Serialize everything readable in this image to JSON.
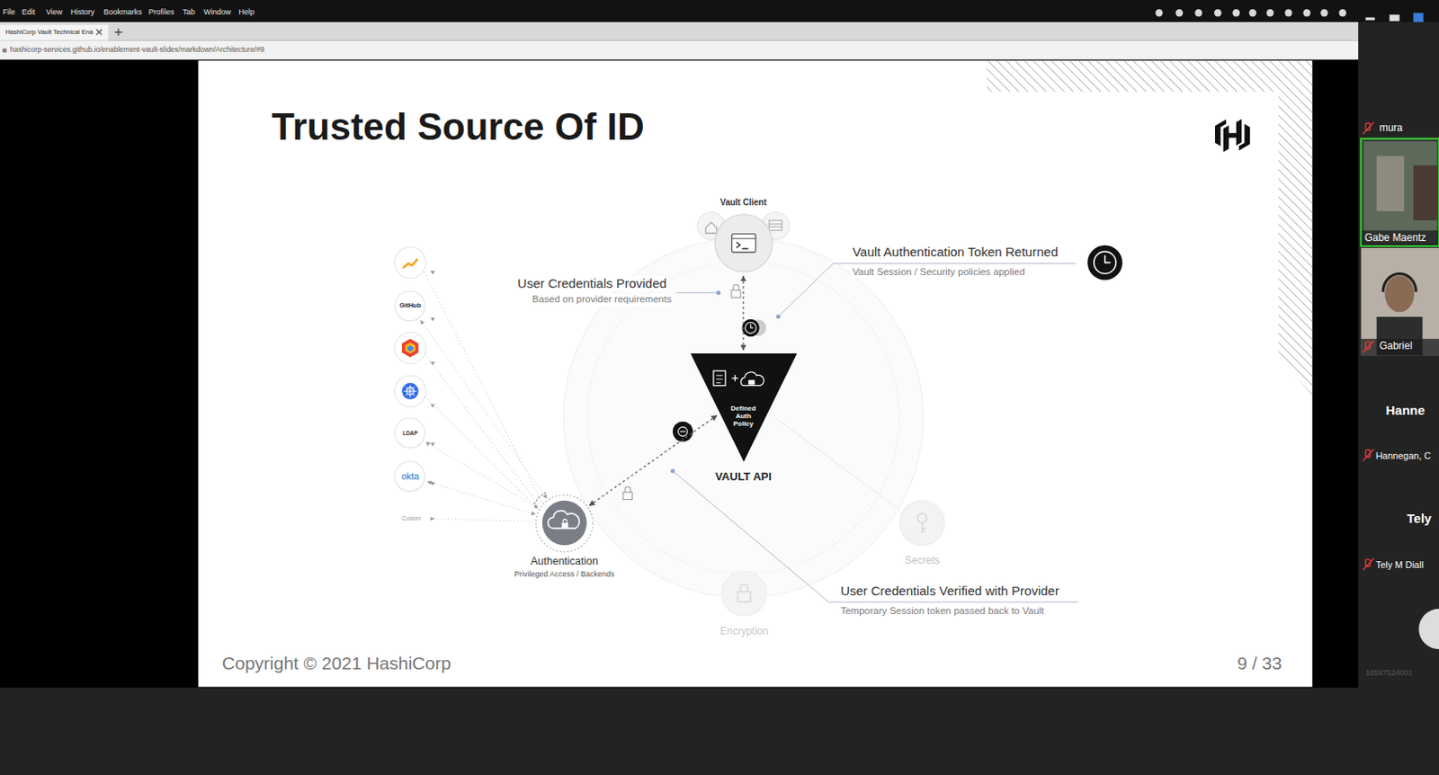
{
  "diagram": {
    "title": "Trusted Source Of ID",
    "nodes": [
      {
        "text": [
          "Vault Client"
        ]
      },
      {
        "text": [
          "Defined Auth Policy",
          "VAULT API"
        ]
      },
      {
        "text": [
          "GitHub"
        ]
      },
      {
        "text": [
          "LDAP"
        ]
      },
      {
        "text": [
          "okta"
        ]
      },
      {
        "text": [
          "Authentication",
          "Privileged Access / Backends"
        ]
      },
      {
        "text": [
          "Secrets"
        ]
      },
      {
        "text": [
          "Encryption"
        ]
      }
    ],
    "edges": [
      {
        "from": 0,
        "to": 1,
        "arrow": "both"
      },
      {
        "from": 5,
        "to": 1,
        "arrow": "both"
      },
      {
        "from": 2,
        "to": 5,
        "arrow": "both"
      },
      {
        "from": 3,
        "to": 5,
        "arrow": "both"
      },
      {
        "from": 4,
        "to": 5,
        "arrow": "both"
      }
    ],
    "labels": [
      "File",
      "Edit",
      "View",
      "History",
      "Bookmarks",
      "Profiles",
      "Tab",
      "Window",
      "Help",
      "HashiCorp Vault Technical Ena",
      "hashicorp-services.github.io/enablement-vault-slides/markdown/Architecture/#9",
      "User Credentials Provided",
      "Based on provider requirements",
      "Vault Authentication Token Returned",
      "Vault Session / Security policies applied",
      "User Credentials Verified with Provider",
      "Temporary Session token passed back to Vault",
      "Custom",
      "Copyright © 2021 HashiCorp",
      "9 / 33",
      "mura",
      "Gabe Maentz",
      "Gabriel",
      "Hanne",
      "Hannegan, C",
      "Tely",
      "Tely M Diall",
      "18587524001"
    ]
  }
}
